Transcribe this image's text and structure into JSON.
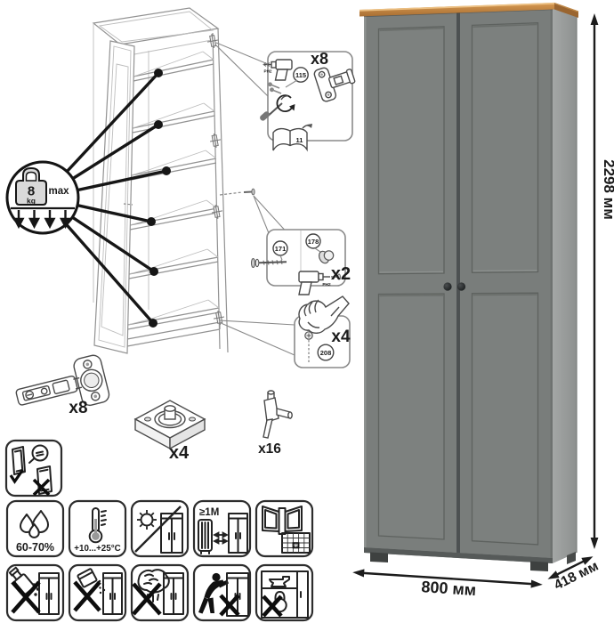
{
  "dimensions": {
    "height": "2298 мм",
    "width": "800 мм",
    "depth": "418 мм"
  },
  "weight_limit": {
    "value": "8",
    "unit": "kg",
    "qualifier": "max"
  },
  "callouts": {
    "hinge": {
      "count": "x8",
      "part": "115",
      "bit": "PH2",
      "page": "11"
    },
    "handle": {
      "count": "x2",
      "screw": "171",
      "knob": "178",
      "bit": "PH2"
    },
    "screws": {
      "count": "x4",
      "part": "208"
    }
  },
  "hardware": {
    "hinges": "x8",
    "plates": "x4",
    "shelf_pins": "x16"
  },
  "care": {
    "humidity": "60-70%",
    "temperature": "+10...+25°C",
    "min_distance": "≥1M",
    "airing_day": "21"
  }
}
